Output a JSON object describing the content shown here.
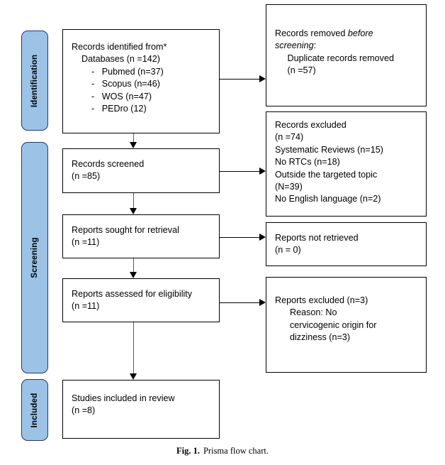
{
  "figure": {
    "caption_number": "Fig. 1.",
    "caption_text": "Prisma flow chart.",
    "colors": {
      "stage_fill": "#9CC3E5",
      "stage_border": "#1F3864",
      "box_border": "#000000",
      "connector": "#595959",
      "text": "#000000",
      "background": "#FFFFFF"
    }
  },
  "stages": [
    {
      "id": "identification",
      "label": "Identification"
    },
    {
      "id": "screening",
      "label": "Screening"
    },
    {
      "id": "included",
      "label": "Included"
    }
  ],
  "boxes": {
    "records_identified": {
      "id": "records-identified",
      "text": "Records identified from*\n    Databases (n =142)\n        -   Pubmed (n=37)\n        -   Scopus (n=46)\n        -   WOS (n=47)\n        -   PEDro (12)"
    },
    "records_removed": {
      "id": "records-removed-before-screening",
      "line1_a": "Records removed ",
      "line1_italic": "before",
      "line2_italic": "screening",
      "line2_b": ":",
      "line3": "     Duplicate records removed",
      "line4": "     (n =57)"
    },
    "records_screened": {
      "id": "records-screened",
      "text": "Records screened\n(n =85)"
    },
    "records_excluded": {
      "id": "records-excluded",
      "text": "Records excluded\n(n =74)\nSystematic Reviews (n=15)\nNo RTCs (n=18)\nOutside the targeted topic\n(N=39)\nNo English language (n=2)"
    },
    "reports_sought": {
      "id": "reports-sought-for-retrieval",
      "text": "Reports sought for retrieval\n(n =11)"
    },
    "reports_not_retrieved": {
      "id": "reports-not-retrieved",
      "text": "Reports not retrieved\n(n = 0)"
    },
    "reports_assessed": {
      "id": "reports-assessed-for-eligibility",
      "text": "Reports assessed for eligibility\n(n =11)"
    },
    "reports_excluded": {
      "id": "reports-excluded",
      "text": "Reports excluded (n=3)\n      Reason: No\n      cervicogenic origin for\n      dizziness (n=3)"
    },
    "studies_included": {
      "id": "studies-included-in-review",
      "text": "Studies included in review\n(n =8)"
    }
  },
  "chart_data": {
    "type": "diagram",
    "title": "Prisma flow chart",
    "nodes": [
      {
        "stage": "Identification",
        "name": "Records identified from Databases",
        "n": 142,
        "sources": [
          {
            "name": "Pubmed",
            "n": 37
          },
          {
            "name": "Scopus",
            "n": 46
          },
          {
            "name": "WOS",
            "n": 47
          },
          {
            "name": "PEDro",
            "n": 12
          }
        ]
      },
      {
        "stage": "Identification",
        "name": "Duplicate records removed before screening",
        "n": 57
      },
      {
        "stage": "Screening",
        "name": "Records screened",
        "n": 85
      },
      {
        "stage": "Screening",
        "name": "Records excluded",
        "n": 74,
        "reasons": [
          {
            "name": "Systematic Reviews",
            "n": 15
          },
          {
            "name": "No RTCs",
            "n": 18
          },
          {
            "name": "Outside the targeted topic",
            "n": 39
          },
          {
            "name": "No English language",
            "n": 2
          }
        ]
      },
      {
        "stage": "Screening",
        "name": "Reports sought for retrieval",
        "n": 11
      },
      {
        "stage": "Screening",
        "name": "Reports not retrieved",
        "n": 0
      },
      {
        "stage": "Screening",
        "name": "Reports assessed for eligibility",
        "n": 11
      },
      {
        "stage": "Screening",
        "name": "Reports excluded",
        "n": 3,
        "reasons": [
          {
            "name": "No cervicogenic origin for dizziness",
            "n": 3
          }
        ]
      },
      {
        "stage": "Included",
        "name": "Studies included in review",
        "n": 8
      }
    ]
  }
}
